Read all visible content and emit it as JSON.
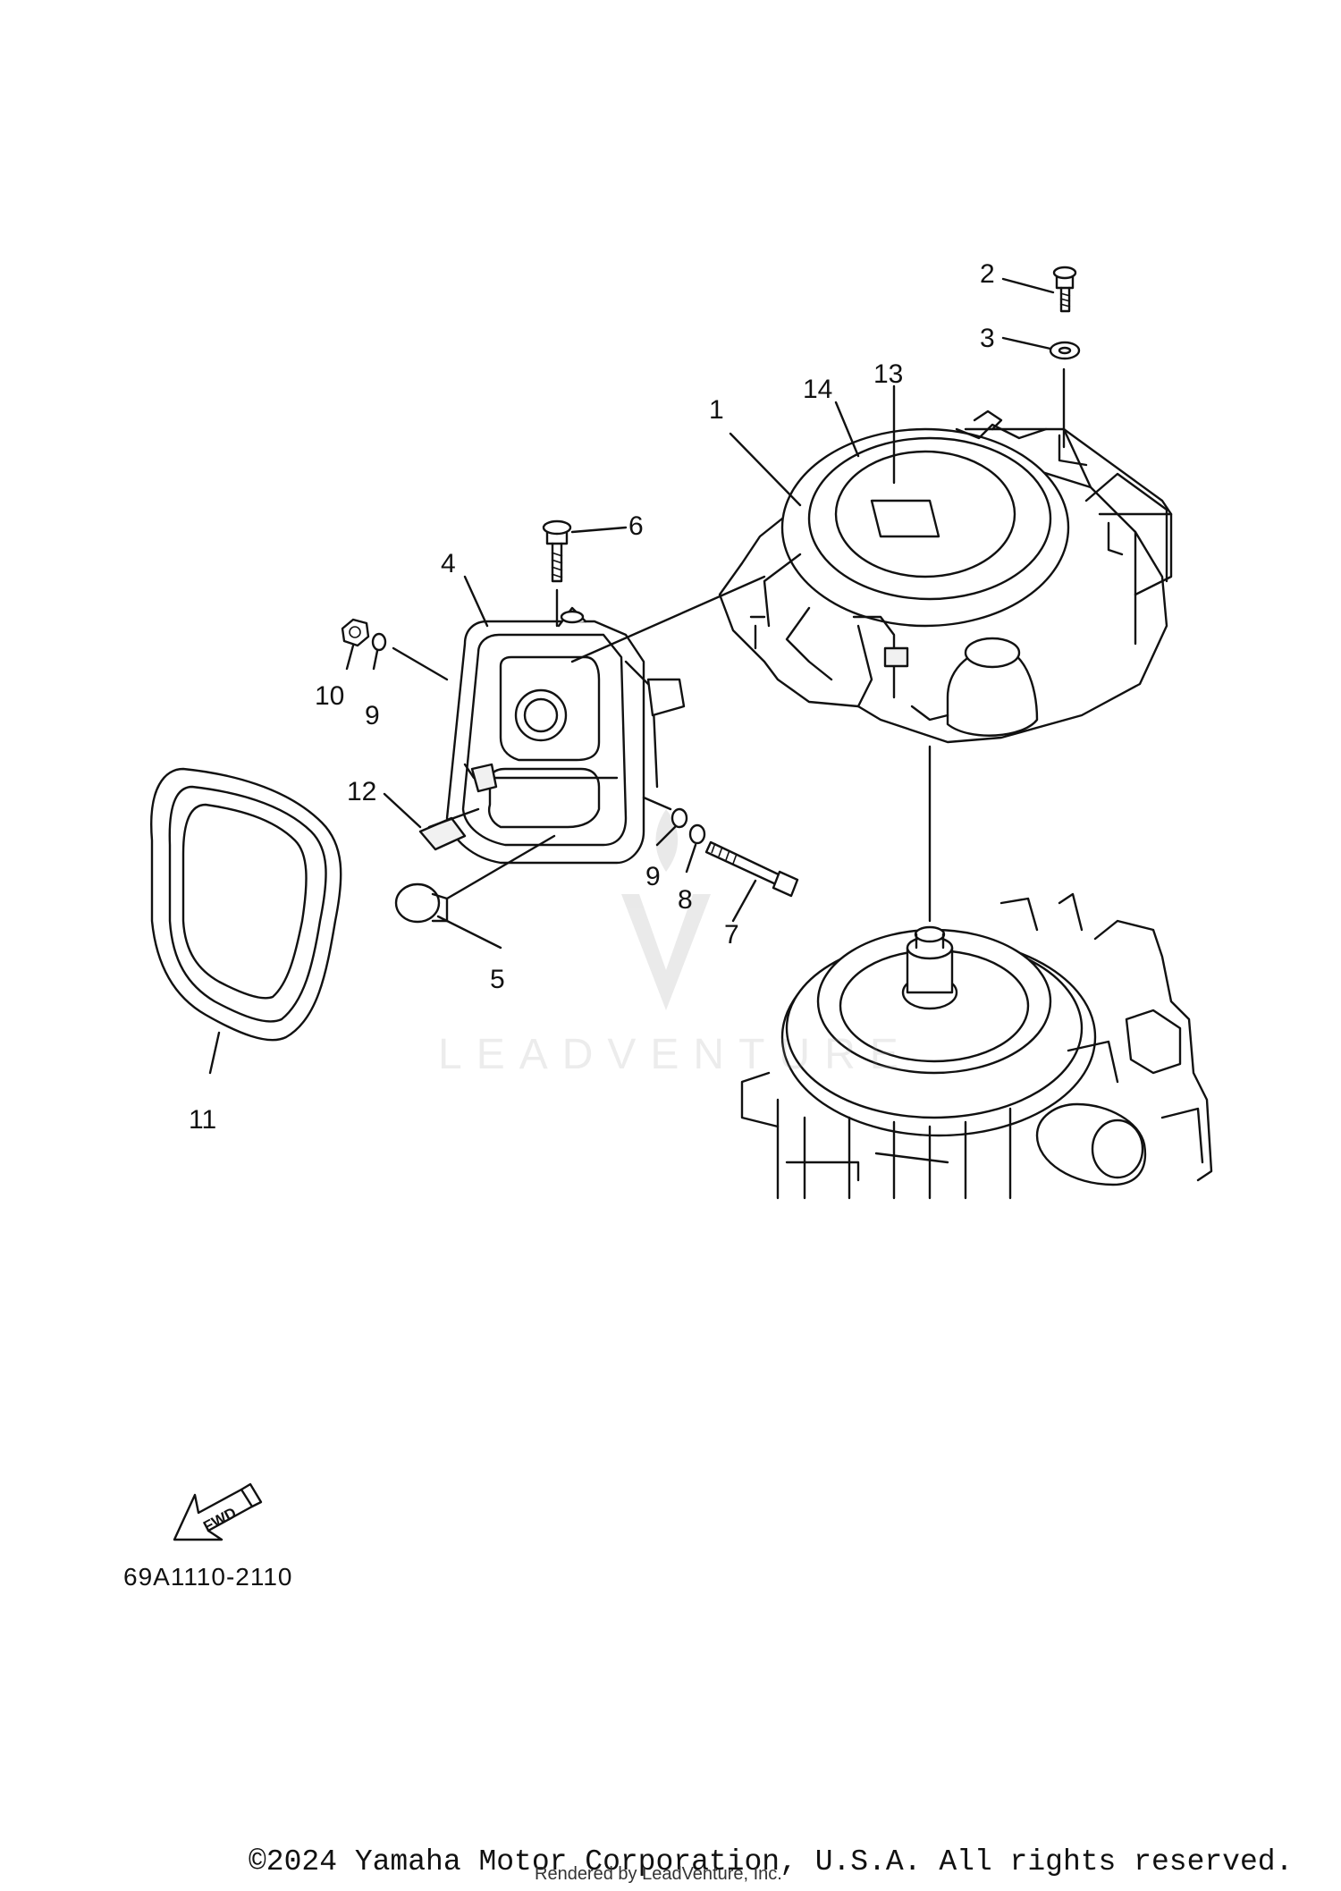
{
  "diagram": {
    "callouts": {
      "c1": "1",
      "c2": "2",
      "c3": "3",
      "c4": "4",
      "c5": "5",
      "c6": "6",
      "c7": "7",
      "c8": "8",
      "c9a": "9",
      "c9b": "9",
      "c10": "10",
      "c11": "11",
      "c12": "12",
      "c13": "13",
      "c14": "14"
    },
    "fwd_label": "FWD",
    "diagram_code": "69A1110-2110"
  },
  "watermark": {
    "text": "LEADVENTURE",
    "icon": "leadventure-logo-icon"
  },
  "footer": {
    "copyright": "©2024 Yamaha Motor Corporation, U.S.A. All rights reserved.",
    "rendered_by": "Rendered by LeadVenture, Inc."
  }
}
